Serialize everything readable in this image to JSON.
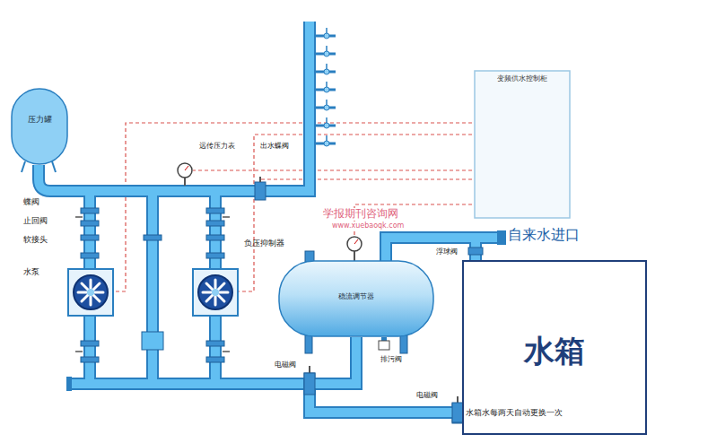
{
  "diagram": {
    "nodes": [
      {
        "text": [
          "压力罐"
        ]
      },
      {
        "text": [
          "变频供水控制柜"
        ]
      },
      {
        "text": [
          "稳流调节器"
        ]
      },
      {
        "text": [
          "水箱",
          "水箱水每两天自动更换一次"
        ]
      }
    ],
    "edges": [
      {
        "from": 3,
        "to": 2,
        "arrow": "none"
      }
    ],
    "labels": [
      "蝶阀",
      "止回阀",
      "软接头",
      "水泵",
      "远传压力表",
      "出水蝶阀",
      "学报期刊咨询网",
      "www.xuebaoqk.com",
      "负压抑制器",
      "自来水进口",
      "浮球阀",
      "排污阀",
      "电磁阀",
      "电磁阀"
    ]
  }
}
